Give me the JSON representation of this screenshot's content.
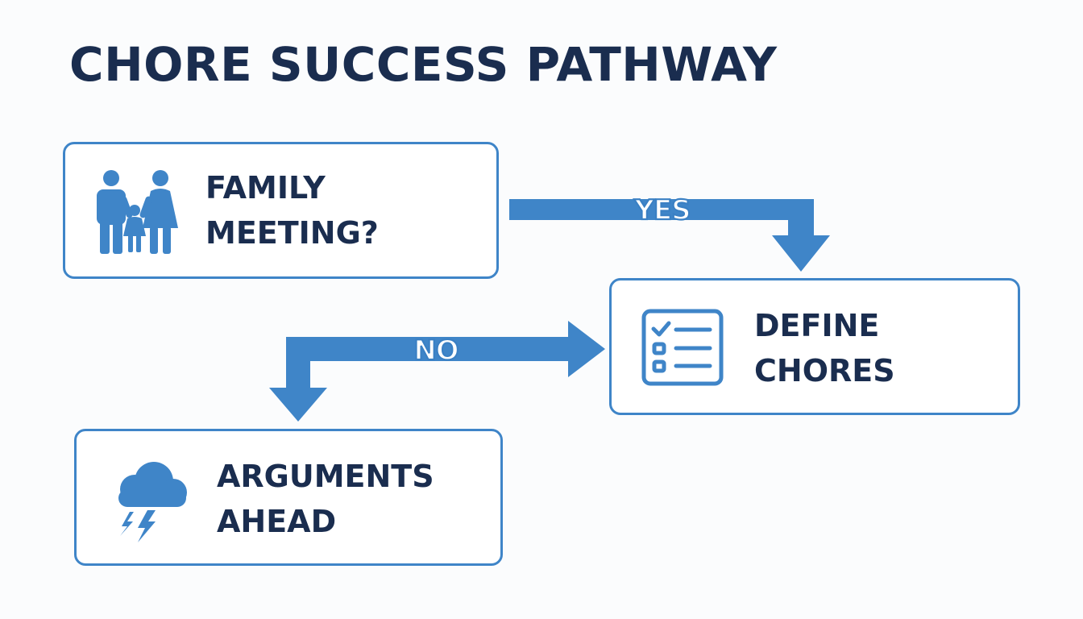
{
  "title": "CHORE SUCCESS PATHWAY",
  "colors": {
    "accent": "#3f85c8",
    "text": "#1a2d4f",
    "background": "#fbfcfd"
  },
  "nodes": {
    "family_meeting": {
      "label": "FAMILY\nMEETING?",
      "icon": "family-icon"
    },
    "define_chores": {
      "label": "DEFINE\nCHORES",
      "icon": "checklist-icon"
    },
    "arguments_ahead": {
      "label": "ARGUMENTS\nAHEAD",
      "icon": "storm-cloud-icon"
    }
  },
  "edges": {
    "yes": {
      "label": "YES",
      "from": "FAMILY MEETING?",
      "to": "DEFINE CHORES"
    },
    "no": {
      "label": "NO",
      "to_right": "DEFINE CHORES",
      "to_down": "ARGUMENTS AHEAD"
    }
  }
}
